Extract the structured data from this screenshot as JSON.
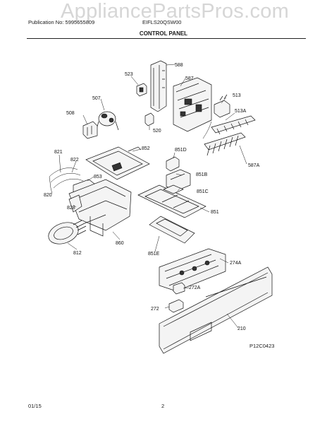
{
  "watermark": "AppliancePartsPros.com",
  "header": {
    "publication": "Publication No: 5995655809",
    "model": "EIFLS20QSW00",
    "section_title": "CONTROL PANEL"
  },
  "footer": {
    "date": "01/15",
    "page": "2"
  },
  "figure_id": "P12C0423",
  "callouts": {
    "c588": "588",
    "c523": "523",
    "c587": "587",
    "c507": "507",
    "c513": "513",
    "c508": "508",
    "c513a": "513A",
    "c520": "520",
    "c852": "852",
    "c821": "821",
    "c822": "822",
    "c851d": "851D",
    "c587a": "587A",
    "c853": "853",
    "c851b": "851B",
    "c820": "820",
    "c851c": "851C",
    "c828": "828",
    "c851": "851",
    "c860": "860",
    "c812": "812",
    "c851e": "851E",
    "c274a": "274A",
    "c272a": "272A",
    "c272": "272",
    "c210": "210"
  }
}
